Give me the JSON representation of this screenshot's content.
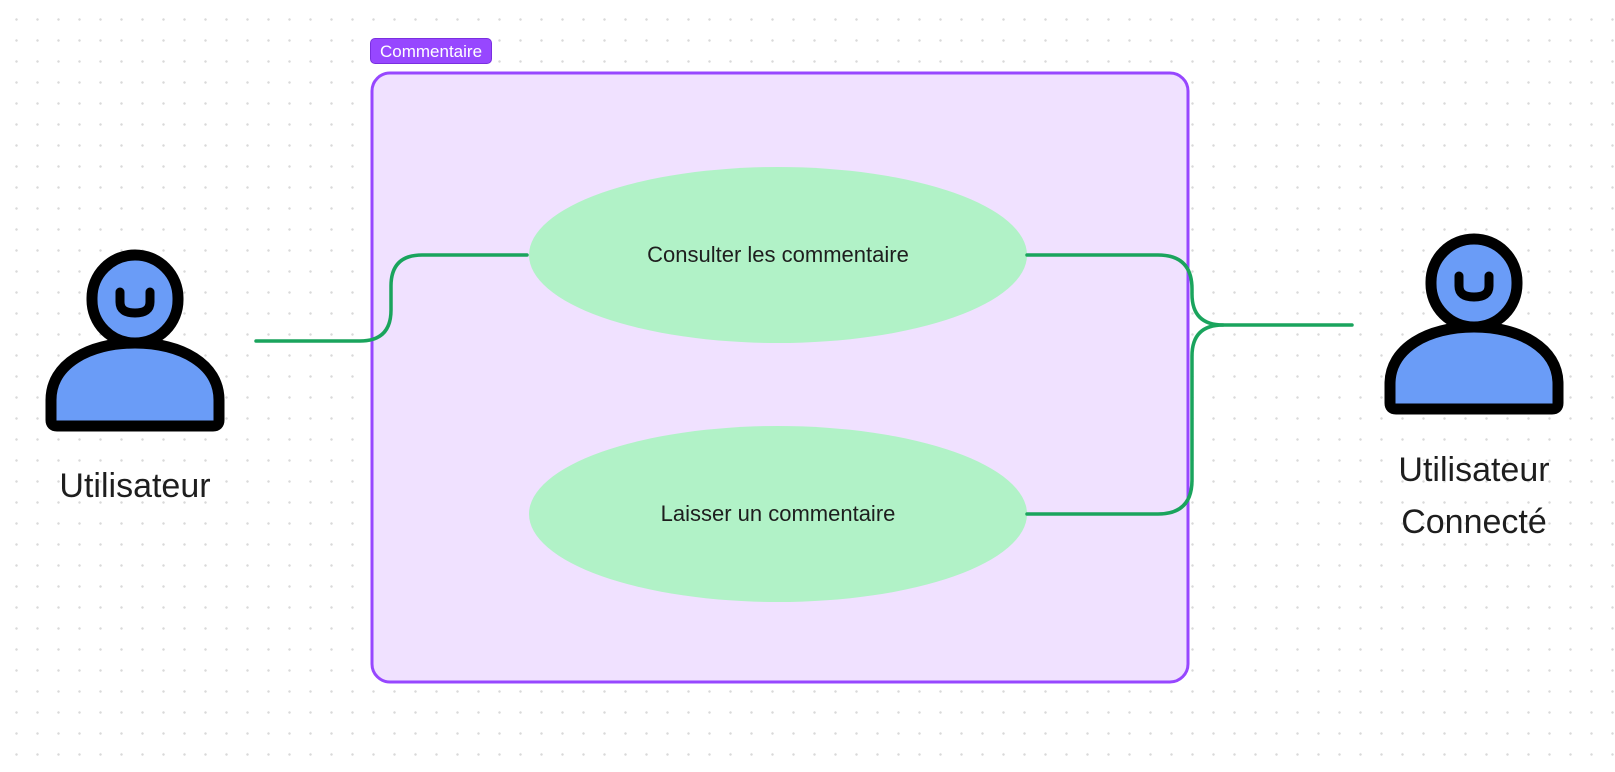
{
  "frame": {
    "title": "Commentaire",
    "border_color": "#9747ff",
    "fill_color": "#f0e1ff"
  },
  "use_cases": [
    {
      "label": "Consulter les commentaire"
    },
    {
      "label": "Laisser un commentaire"
    }
  ],
  "actors": {
    "left": {
      "label": "Utilisateur",
      "icon": "user-icon"
    },
    "right": {
      "line1": "Utilisateur",
      "line2": "Connecté",
      "icon": "user-icon"
    }
  },
  "colors": {
    "usecase_fill": "#b1f2c7",
    "connector": "#1aa45d",
    "actor_fill": "#6a9cf7",
    "actor_outline": "#000000"
  }
}
